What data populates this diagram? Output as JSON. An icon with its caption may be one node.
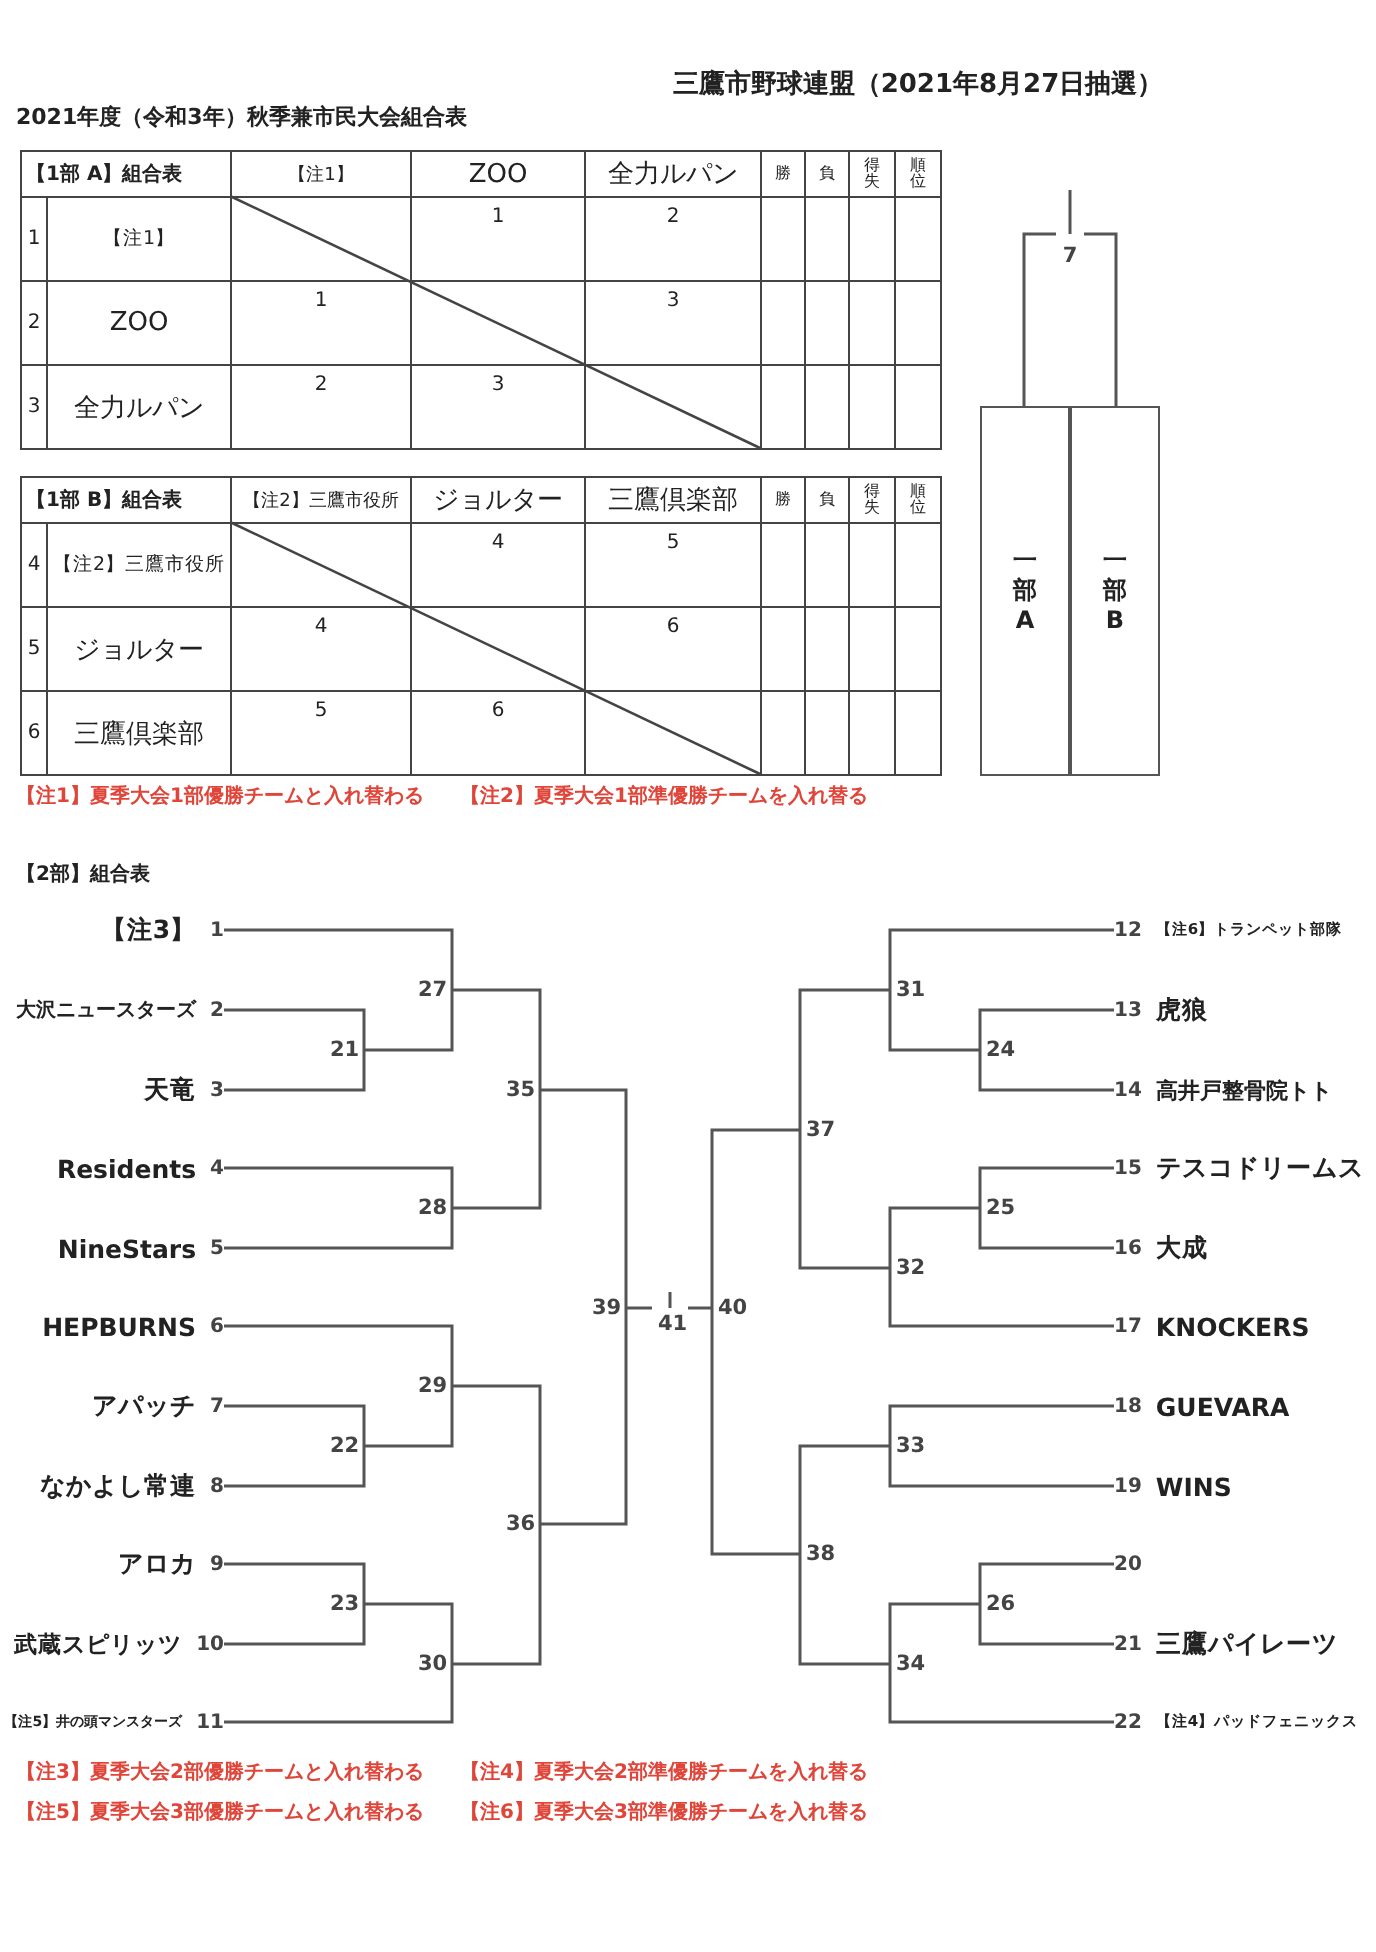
{
  "diagram": {
    "title": "三鷹市野球連盟（2021年8月27日抽選）",
    "nodes": [
      {
        "text": [
          "7"
        ]
      },
      {
        "text": [
          "一部A"
        ]
      },
      {
        "text": [
          "一部B"
        ]
      },
      {
        "text": [
          "【注3】",
          "1"
        ]
      },
      {
        "text": [
          "大沢ニュースターズ",
          "2"
        ]
      },
      {
        "text": [
          "天竜",
          "3"
        ]
      },
      {
        "text": [
          "Residents",
          "4"
        ]
      },
      {
        "text": [
          "NineStars",
          "5"
        ]
      },
      {
        "text": [
          "HEPBURNS",
          "6"
        ]
      },
      {
        "text": [
          "アパッチ",
          "7"
        ]
      },
      {
        "text": [
          "なかよし常連",
          "8"
        ]
      },
      {
        "text": [
          "アロカ",
          "9"
        ]
      },
      {
        "text": [
          "武蔵スピリッツ",
          "10"
        ]
      },
      {
        "text": [
          "【注5】井の頭マンスターズ",
          "11"
        ]
      },
      {
        "text": [
          "12",
          "【注6】トランペット部隊"
        ]
      },
      {
        "text": [
          "13",
          "虎狼"
        ]
      },
      {
        "text": [
          "14",
          "高井戸整骨院トト"
        ]
      },
      {
        "text": [
          "15",
          "テスコドリームス"
        ]
      },
      {
        "text": [
          "16",
          "大成"
        ]
      },
      {
        "text": [
          "17",
          "KNOCKERS"
        ]
      },
      {
        "text": [
          "18",
          "GUEVARA"
        ]
      },
      {
        "text": [
          "19",
          "WINS"
        ]
      },
      {
        "text": [
          "20"
        ]
      },
      {
        "text": [
          "21",
          "三鷹パイレーツ"
        ]
      },
      {
        "text": [
          "22",
          "【注4】パッドフェニックス"
        ]
      },
      {
        "text": [
          "21"
        ]
      },
      {
        "text": [
          "22"
        ]
      },
      {
        "text": [
          "23"
        ]
      },
      {
        "text": [
          "24"
        ]
      },
      {
        "text": [
          "25"
        ]
      },
      {
        "text": [
          "26"
        ]
      },
      {
        "text": [
          "27"
        ]
      },
      {
        "text": [
          "28"
        ]
      },
      {
        "text": [
          "29"
        ]
      },
      {
        "text": [
          "30"
        ]
      },
      {
        "text": [
          "31"
        ]
      },
      {
        "text": [
          "32"
        ]
      },
      {
        "text": [
          "33"
        ]
      },
      {
        "text": [
          "34"
        ]
      },
      {
        "text": [
          "35"
        ]
      },
      {
        "text": [
          "36"
        ]
      },
      {
        "text": [
          "37"
        ]
      },
      {
        "text": [
          "38"
        ]
      },
      {
        "text": [
          "39"
        ]
      },
      {
        "text": [
          "40"
        ]
      },
      {
        "text": [
          "41"
        ]
      }
    ],
    "edges": [
      {
        "from": 1,
        "to": 0,
        "arrow": "none"
      },
      {
        "from": 2,
        "to": 0,
        "arrow": "none"
      },
      {
        "from": 3,
        "to": 31,
        "arrow": "none"
      },
      {
        "from": 4,
        "to": 25,
        "arrow": "none"
      },
      {
        "from": 5,
        "to": 25,
        "arrow": "none"
      },
      {
        "from": 25,
        "to": 31,
        "arrow": "none"
      },
      {
        "from": 31,
        "to": 39,
        "arrow": "none"
      },
      {
        "from": 6,
        "to": 32,
        "arrow": "none"
      },
      {
        "from": 7,
        "to": 32,
        "arrow": "none"
      },
      {
        "from": 32,
        "to": 39,
        "arrow": "none"
      },
      {
        "from": 39,
        "to": 43,
        "arrow": "none"
      },
      {
        "from": 8,
        "to": 33,
        "arrow": "none"
      },
      {
        "from": 9,
        "to": 26,
        "arrow": "none"
      },
      {
        "from": 10,
        "to": 26,
        "arrow": "none"
      },
      {
        "from": 26,
        "to": 33,
        "arrow": "none"
      },
      {
        "from": 33,
        "to": 40,
        "arrow": "none"
      },
      {
        "from": 11,
        "to": 27,
        "arrow": "none"
      },
      {
        "from": 12,
        "to": 27,
        "arrow": "none"
      },
      {
        "from": 27,
        "to": 34,
        "arrow": "none"
      },
      {
        "from": 13,
        "to": 34,
        "arrow": "none"
      },
      {
        "from": 34,
        "to": 40,
        "arrow": "none"
      },
      {
        "from": 40,
        "to": 43,
        "arrow": "none"
      },
      {
        "from": 43,
        "to": 45,
        "arrow": "none"
      },
      {
        "from": 14,
        "to": 35,
        "arrow": "none"
      },
      {
        "from": 15,
        "to": 28,
        "arrow": "none"
      },
      {
        "from": 16,
        "to": 28,
        "arrow": "none"
      },
      {
        "from": 28,
        "to": 35,
        "arrow": "none"
      },
      {
        "from": 35,
        "to": 41,
        "arrow": "none"
      },
      {
        "from": 17,
        "to": 29,
        "arrow": "none"
      },
      {
        "from": 18,
        "to": 29,
        "arrow": "none"
      },
      {
        "from": 29,
        "to": 36,
        "arrow": "none"
      },
      {
        "from": 19,
        "to": 36,
        "arrow": "none"
      },
      {
        "from": 36,
        "to": 41,
        "arrow": "none"
      },
      {
        "from": 41,
        "to": 44,
        "arrow": "none"
      },
      {
        "from": 20,
        "to": 37,
        "arrow": "none"
      },
      {
        "from": 21,
        "to": 37,
        "arrow": "none"
      },
      {
        "from": 37,
        "to": 42,
        "arrow": "none"
      },
      {
        "from": 22,
        "to": 30,
        "arrow": "none"
      },
      {
        "from": 23,
        "to": 30,
        "arrow": "none"
      },
      {
        "from": 30,
        "to": 38,
        "arrow": "none"
      },
      {
        "from": 24,
        "to": 38,
        "arrow": "none"
      },
      {
        "from": 38,
        "to": 42,
        "arrow": "none"
      },
      {
        "from": 42,
        "to": 44,
        "arrow": "none"
      },
      {
        "from": 44,
        "to": 45,
        "arrow": "none"
      }
    ],
    "labels": [
      "2021年度（令和3年）秋季兼市民大会組合表",
      "【1部 A】組合表",
      "【注1】",
      "ZOO",
      "全力ルパン",
      "勝",
      "負",
      "得失",
      "順位",
      "1",
      "【注1】",
      "1",
      "2",
      "2",
      "ZOO",
      "1",
      "3",
      "3",
      "全力ルパン",
      "2",
      "3",
      "【1部 B】組合表",
      "【注2】三鷹市役所",
      "ジョルター",
      "三鷹倶楽部",
      "勝",
      "負",
      "得失",
      "順位",
      "4",
      "【注2】三鷹市役所",
      "4",
      "5",
      "5",
      "ジョルター",
      "4",
      "6",
      "6",
      "三鷹倶楽部",
      "5",
      "6",
      "【注1】夏季大会1部優勝チームと入れ替わる",
      "【注2】夏季大会1部準優勝チームを入れ替る",
      "【2部】組合表",
      "【注3】夏季大会2部優勝チームと入れ替わる",
      "【注4】夏季大会2部準優勝チームを入れ替る",
      "【注5】夏季大会3部優勝チームと入れ替わる",
      "【注6】夏季大会3部準優勝チームを入れ替る"
    ]
  }
}
